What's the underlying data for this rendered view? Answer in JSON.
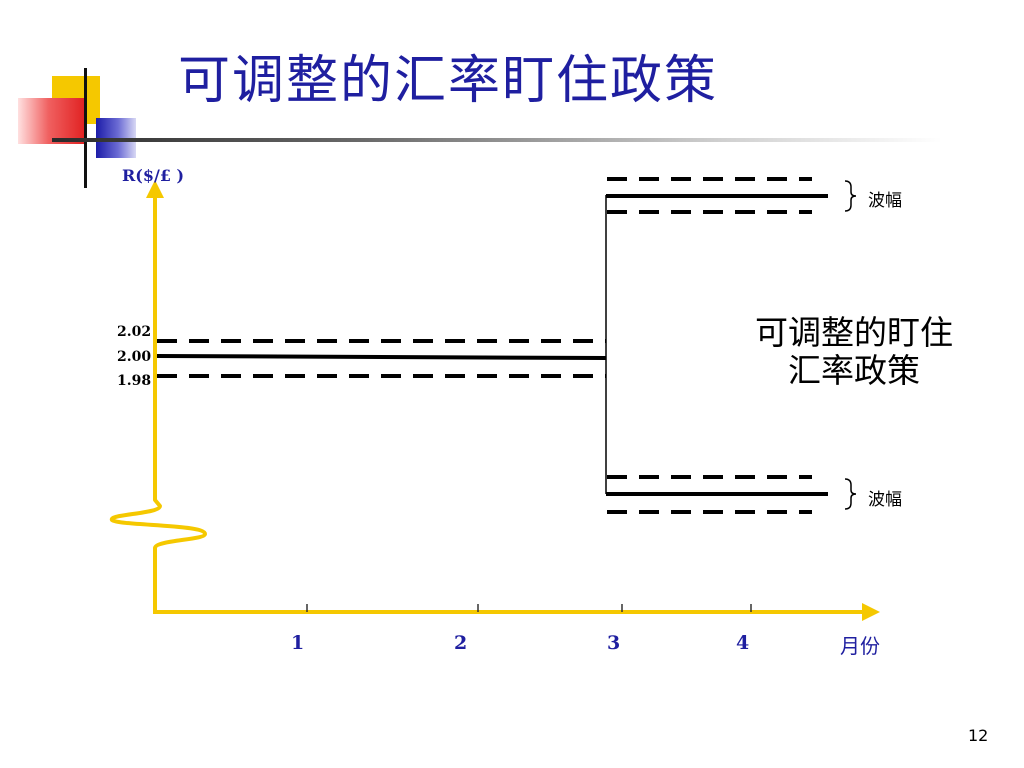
{
  "slide": {
    "title": "可调整的汇率盯住政策",
    "page_number": "12"
  },
  "diagram": {
    "y_axis_label": "R($/£ )",
    "x_axis_label": "月份",
    "y_ticks": [
      "2.02",
      "2.00",
      "1.98"
    ],
    "months": [
      "1",
      "2",
      "3",
      "4"
    ],
    "band_label": "波幅",
    "policy_note": "可调整的盯住汇率政策",
    "colors": {
      "axis": "#f5c800",
      "line": "#000000",
      "text_accent": "#1f1fa0"
    }
  }
}
